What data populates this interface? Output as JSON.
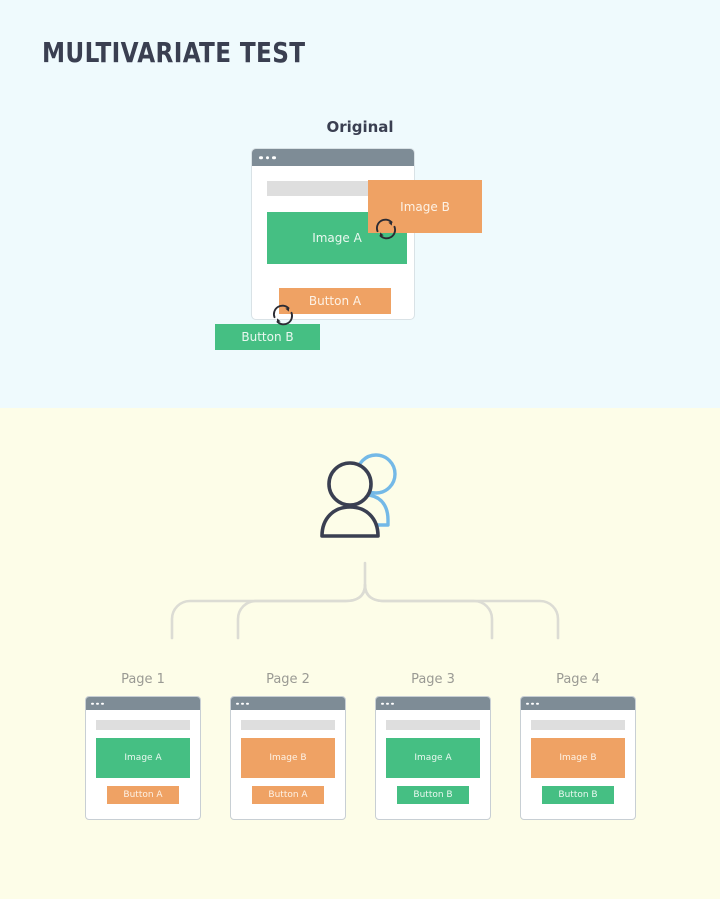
{
  "title": "MULTIVARIATE TEST",
  "colors": {
    "band_top": "#EFFAFD",
    "band_bottom": "#FDFDE8",
    "green": "#45BF83",
    "orange": "#EFA264",
    "title_navy": "#3A3F51",
    "titlebar_gray": "#7E8C96",
    "placeholder_gray": "#DEDEDE",
    "connector_gray": "#DCDCD4",
    "label_gray": "#9A9A94",
    "user_front": "#3A3F51",
    "user_back": "#74B9E7"
  },
  "original": {
    "label": "Original",
    "image_a": "Image A",
    "image_b": "Image B",
    "button_a": "Button A",
    "button_b": "Button B",
    "swap_icon_top": "swap-icon",
    "swap_icon_bottom": "swap-icon"
  },
  "audience": {
    "icon": "users-icon"
  },
  "variants": [
    {
      "label": "Page 1",
      "image": "Image A",
      "image_variant": "green",
      "button": "Button A",
      "button_variant": "orange"
    },
    {
      "label": "Page 2",
      "image": "Image B",
      "image_variant": "orange",
      "button": "Button A",
      "button_variant": "orange"
    },
    {
      "label": "Page 3",
      "image": "Image A",
      "image_variant": "green",
      "button": "Button B",
      "button_variant": "green"
    },
    {
      "label": "Page 4",
      "image": "Image B",
      "image_variant": "orange",
      "button": "Button B",
      "button_variant": "green"
    }
  ]
}
